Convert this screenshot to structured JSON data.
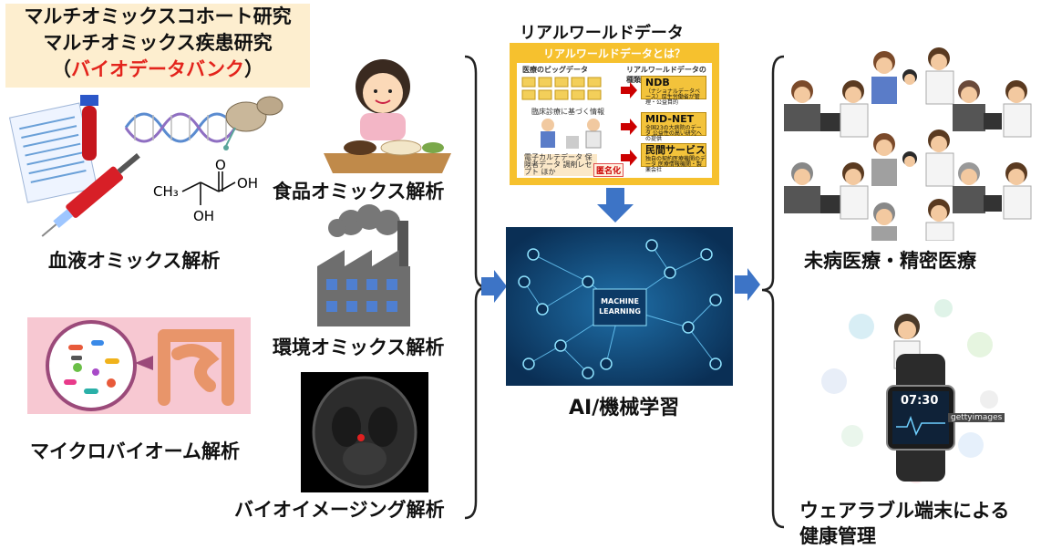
{
  "header": {
    "line1": "マルチオミックスコホート研究",
    "line2": "マルチオミックス疾患研究",
    "line3_open": "（",
    "line3_red": "バイオデータバンク",
    "line3_close": "）"
  },
  "molecule_labels": {
    "ch3": "CH₃",
    "oh_right": "OH",
    "oh_bottom": "OH",
    "o": "O"
  },
  "labels": {
    "blood": "血液オミックス解析",
    "microbiome": "マイクロバイオーム解析",
    "food": "食品オミックス解析",
    "environment": "環境オミックス解析",
    "bioimaging": "バイオイメージング解析",
    "rwd_title": "リアルワールドデータ",
    "ai": "AI/機械学習",
    "precision": "未病医療・精密医療",
    "wearable_line1": "ウェアラブル端末による",
    "wearable_line2": "健康管理"
  },
  "poster": {
    "heading": "リアルワールドデータとは？",
    "col_left": "医療のビッグデータ",
    "col_right": "リアルワールドデータの種類",
    "box1": "NDB",
    "box1_sub": "（ナショナルデータベース）厚生労働省が管理・公益目的",
    "box2": "MID-NET",
    "box2_sub": "全国23の大病院のデータ 公益性の高い研究への提供",
    "box3": "民間サービス",
    "box3_sub": "独自の契約医療機関のデータ 医療情報機関・製薬会社",
    "left_caption": "臨床診療に基づく情報",
    "left_list": "電子カルテデータ 保険者データ 調剤レセプト ほか",
    "anonymize": "匿名化"
  },
  "ml_badge": {
    "line1": "MACHINE",
    "line2": "LEARNING"
  },
  "watch": {
    "time": "07:30",
    "brand": "gettyimages"
  },
  "colors": {
    "arrow": "#3d74c6",
    "poster_yellow": "#f6c12e",
    "header_bg": "#fdeecf",
    "accent_red": "#e3241c",
    "ml_bg": "#0f3d6e"
  }
}
